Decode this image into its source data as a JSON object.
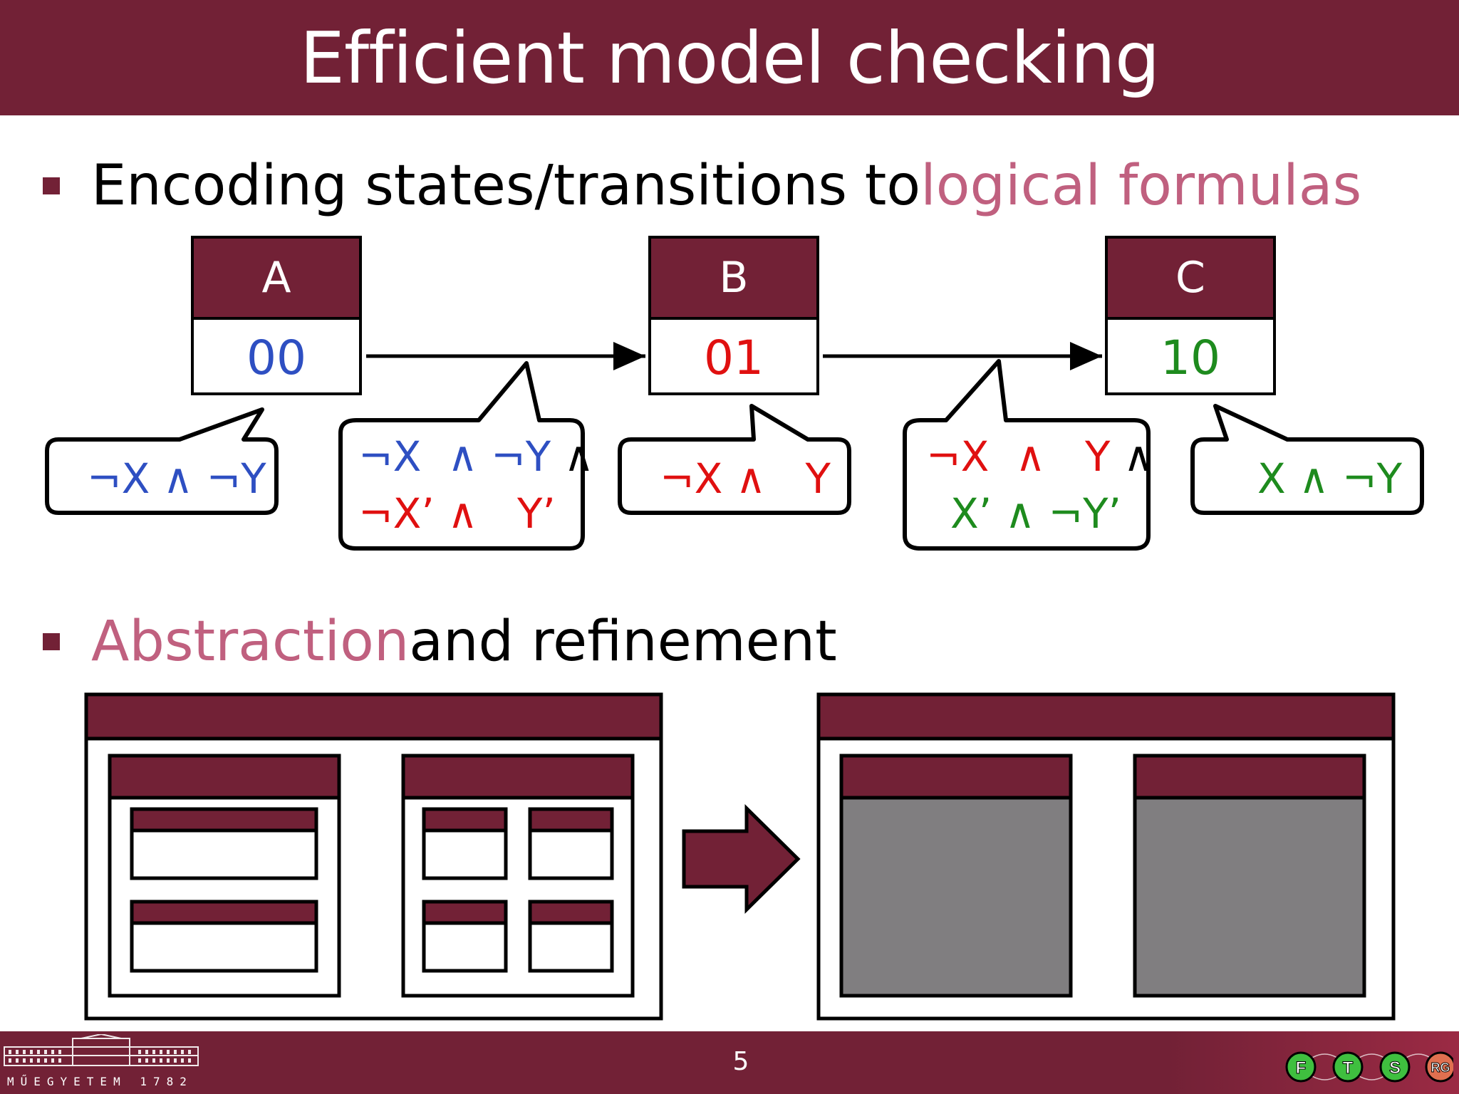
{
  "slide": {
    "title": "Efficient model checking",
    "page_number": "5"
  },
  "bullets": [
    {
      "text": "Encoding states/transitions to ",
      "highlight": "logical formulas"
    },
    {
      "highlight": "Abstraction",
      "text": " and refinement"
    }
  ],
  "states": [
    {
      "name": "A",
      "code": "00",
      "color": "#2e4fc2"
    },
    {
      "name": "B",
      "code": "01",
      "color": "#e01010"
    },
    {
      "name": "C",
      "code": "10",
      "color": "#1e8b1e"
    }
  ],
  "callouts": {
    "state_a": "¬X ∧ ¬Y",
    "trans_ab_line1_blue": "¬X  ∧ ¬Y",
    "trans_ab_line1_black": " ∧",
    "trans_ab_line2": "¬X’ ∧   Y’",
    "state_b": "¬X ∧   Y",
    "trans_bc_line1_red": "¬X  ∧   Y",
    "trans_bc_line1_black": " ∧",
    "trans_bc_line2": "X’ ∧ ¬Y’",
    "state_c": "X ∧ ¬Y"
  },
  "footer": {
    "university_logo_text": "MŰEGYETEM 1782",
    "group_logo": [
      "F",
      "T",
      "S",
      "RG"
    ]
  },
  "colors": {
    "brand": "#722136",
    "highlight": "#c0607f",
    "abstract_fill": "#807e80"
  }
}
